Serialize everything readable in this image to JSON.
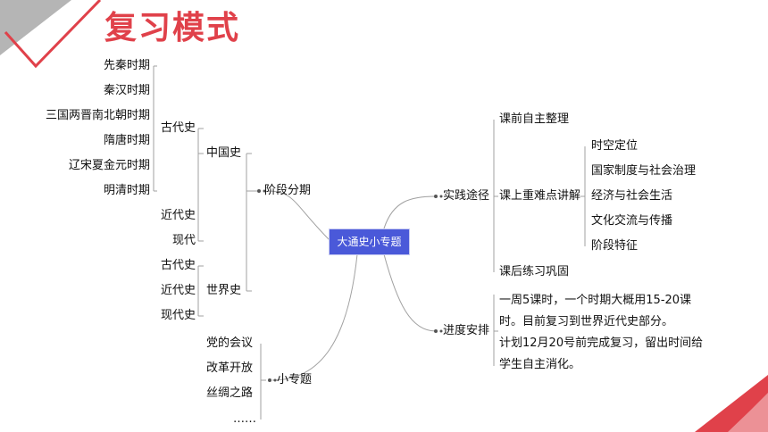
{
  "title": "复习模式",
  "center": "大通史小专题",
  "left": {
    "stage": "阶段分期",
    "china": "中国史",
    "world": "世界史",
    "ancient": "古代史",
    "ancient_items": [
      "先秦时期",
      "秦汉时期",
      "三国两晋南北朝时期",
      "隋唐时期",
      "辽宋夏金元时期",
      "明清时期"
    ],
    "modern": "近代史",
    "contemporary": "现代",
    "world_items": [
      "古代史",
      "近代史",
      "现代史"
    ],
    "topic": "小专题",
    "topic_items": [
      "党的会议",
      "改革开放",
      "丝绸之路",
      "……"
    ]
  },
  "right": {
    "practice": "实践途径",
    "practice_items": [
      "课前自主整理",
      "课上重难点讲解",
      "课后练习巩固"
    ],
    "lecture_items": [
      "时空定位",
      "国家制度与社会治理",
      "经济与社会生活",
      "文化交流与传播",
      "阶段特征"
    ],
    "schedule": "进度安排",
    "schedule_notes": [
      "一周5课时，一个时期大概用15-20课时。目前复习到世界近代史部分。",
      "计划12月20号前完成复习，留出时间给学生自主消化。"
    ]
  },
  "colors": {
    "accent": "#e0414a",
    "node": "#4a59d9",
    "line": "#a0a0a0",
    "gray": "#b5b5b5"
  }
}
